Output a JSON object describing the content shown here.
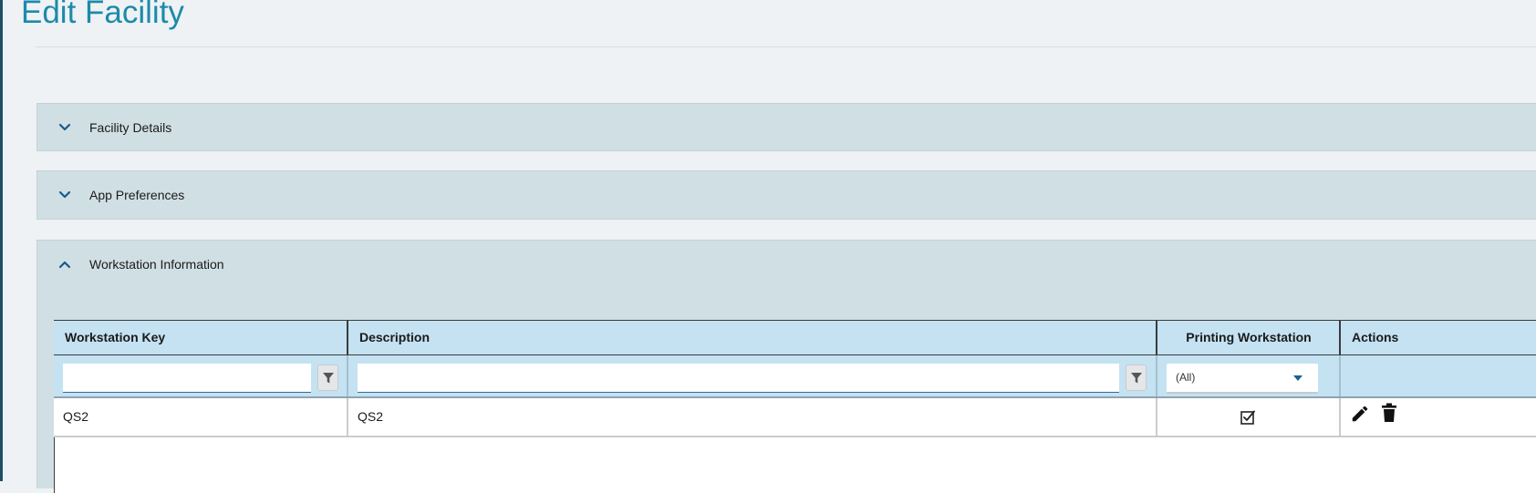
{
  "page": {
    "title": "Edit Facility"
  },
  "panels": [
    {
      "label": "Facility Details",
      "expanded": false
    },
    {
      "label": "App Preferences",
      "expanded": false
    },
    {
      "label": "Workstation Information",
      "expanded": true
    }
  ],
  "grid": {
    "columns": [
      {
        "label": "Workstation Key"
      },
      {
        "label": "Description"
      },
      {
        "label": "Printing Workstation"
      },
      {
        "label": "Actions"
      }
    ],
    "filters": {
      "workstation_key": "",
      "description": "",
      "printing_workstation": "(All)"
    },
    "rows": [
      {
        "workstation_key": "QS2",
        "description": "QS2",
        "printing_workstation": true
      }
    ]
  },
  "colors": {
    "title": "#1d8aa8",
    "panel_header": "#d0dfe4",
    "grid_header": "#c4e2f2",
    "chevron": "#1a5a8a",
    "page_bg": "#eef2f5"
  },
  "icons": {
    "collapsed": "chevron-down-icon",
    "expanded": "chevron-up-icon",
    "filter": "funnel-icon",
    "dropdown": "triangle-down-icon",
    "checkbox": "checkbox-checked-icon",
    "edit": "pencil-icon",
    "delete": "trash-icon"
  }
}
